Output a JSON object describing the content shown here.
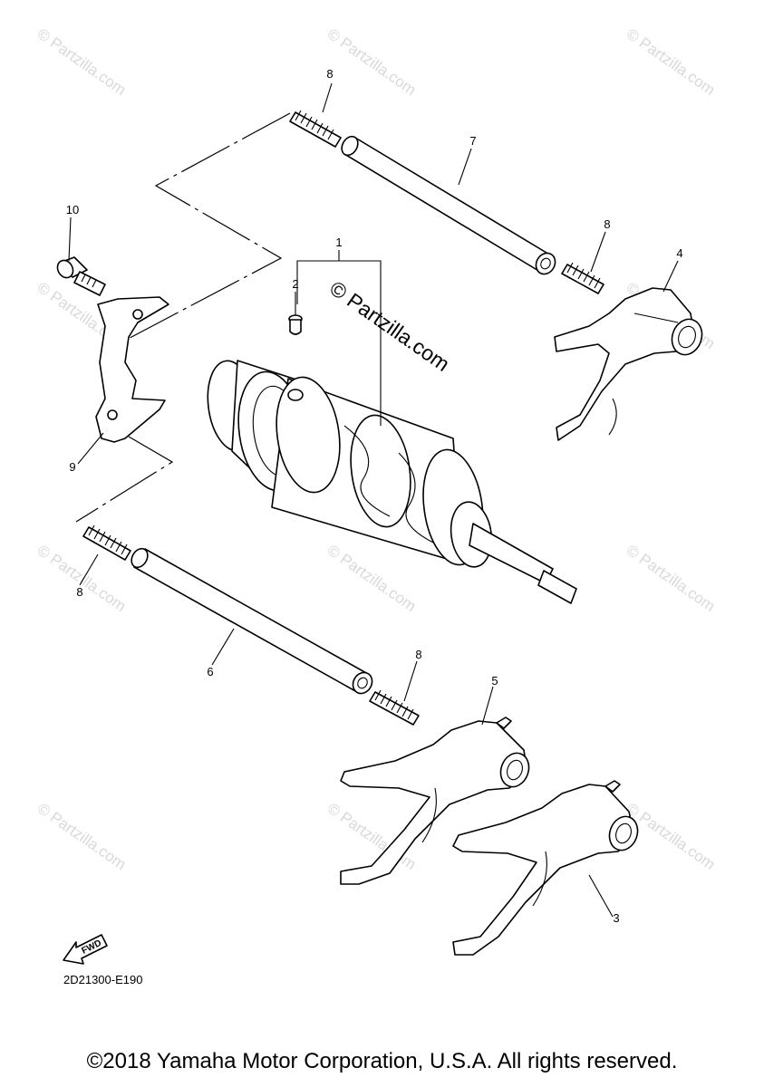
{
  "diagram_code": "2D21300-E190",
  "fwd_label": "FWD",
  "watermark": "© Partzilla.com",
  "copyright": "©2018 Yamaha Motor Corporation, U.S.A. All rights reserved.",
  "callouts": {
    "c1": "1",
    "c2": "2",
    "c3": "3",
    "c4": "4",
    "c5": "5",
    "c6": "6",
    "c7": "7",
    "c8a": "8",
    "c8b": "8",
    "c8c": "8",
    "c8d": "8",
    "c9": "9",
    "c10": "10"
  }
}
